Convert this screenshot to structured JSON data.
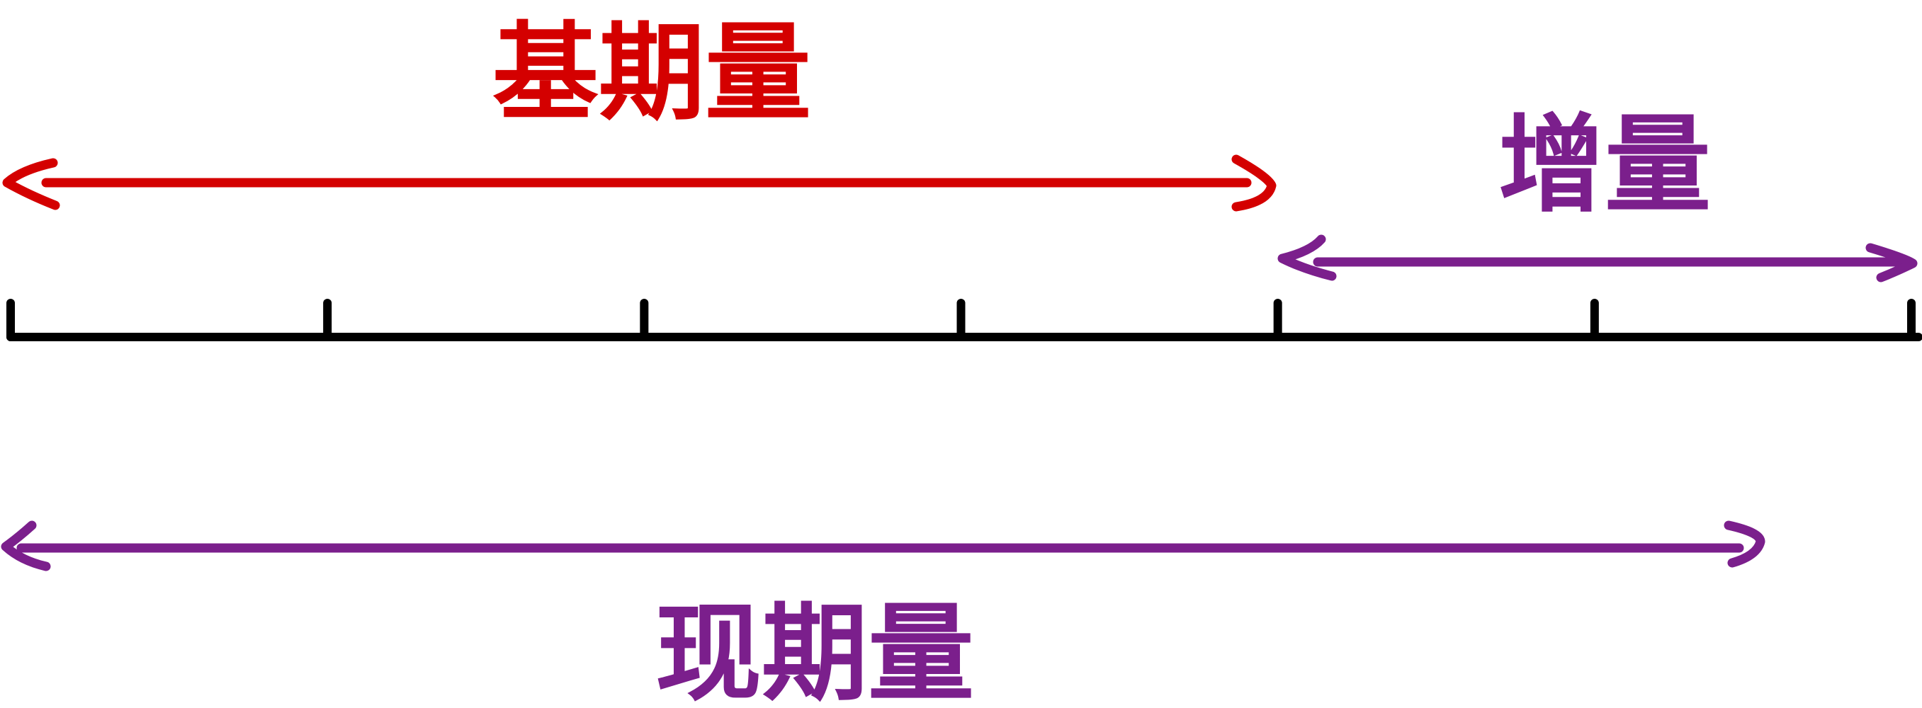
{
  "labels": {
    "base_period": "基期量",
    "increment": "增量",
    "current_period": "现期量"
  },
  "colors": {
    "base_period": "#d40000",
    "increment": "#7b1f8c",
    "current_period": "#7b1f8c",
    "axis": "#000000"
  },
  "number_line": {
    "tick_count": 7
  }
}
